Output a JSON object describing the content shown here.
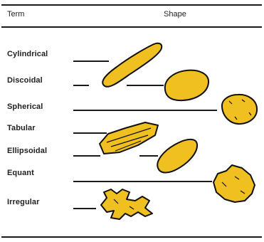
{
  "header": {
    "term_label": "Term",
    "shape_label": "Shape"
  },
  "terms": [
    {
      "id": "cylindrical",
      "label": "Cylindrical"
    },
    {
      "id": "discoidal",
      "label": "Discoidal"
    },
    {
      "id": "spherical",
      "label": "Spherical"
    },
    {
      "id": "tabular",
      "label": "Tabular"
    },
    {
      "id": "ellipsoidal",
      "label": "Ellipsoidal"
    },
    {
      "id": "equant",
      "label": "Equant"
    },
    {
      "id": "irregular",
      "label": "Irregular"
    }
  ],
  "colors": {
    "grain_fill": "#f0c020",
    "grain_outline": "#111111",
    "rule": "#1a1a1a"
  }
}
